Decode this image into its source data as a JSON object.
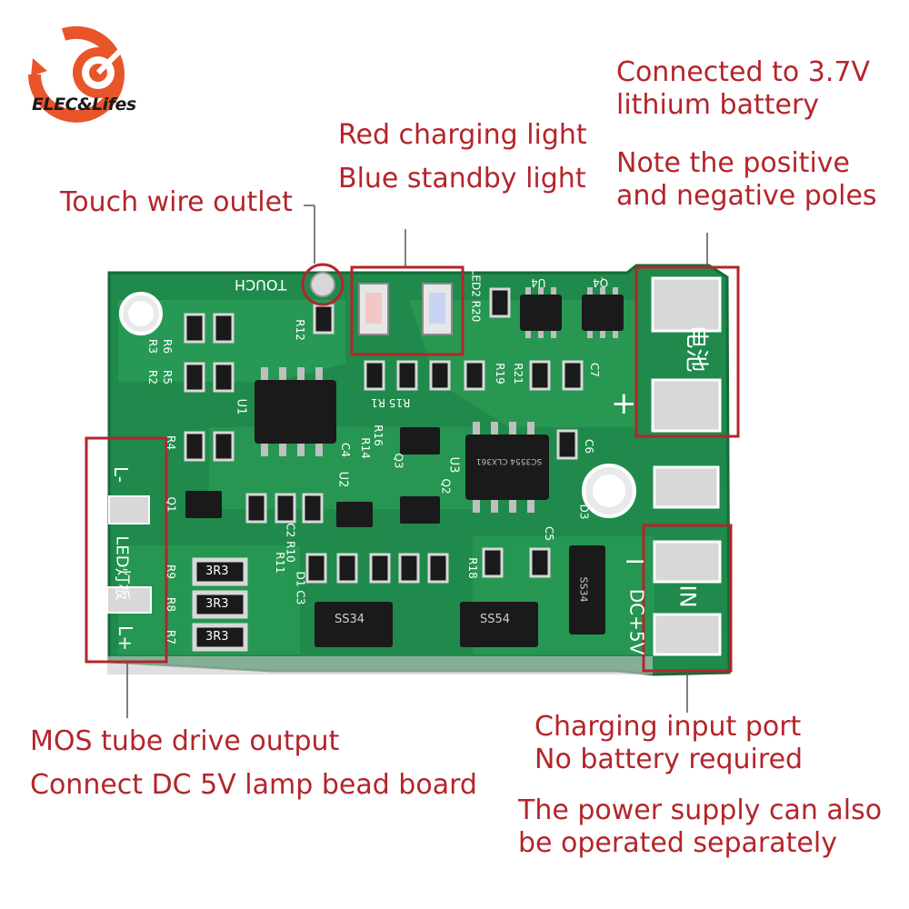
{
  "brand": {
    "name": "ELEC&Lifes",
    "colors": {
      "accent": "#e8552b",
      "text": "#1b1b1b"
    }
  },
  "callouts": {
    "battery_connection": "Connected to 3.7V",
    "battery_connection_2": "lithium battery",
    "polarity_note": "Note the positive",
    "polarity_note_2": "and negative poles",
    "charging_light": "Red charging light",
    "standby_light": "Blue standby light",
    "touch_wire": "Touch wire outlet",
    "mos_output": "MOS tube drive output",
    "lamp_board": "Connect DC 5V lamp bead board",
    "charging_input": "Charging input port",
    "no_battery": "No battery required",
    "power_separately": "The power supply can also",
    "power_separately_2": "be operated separately"
  },
  "board_silkscreen": {
    "touch": "TOUCH",
    "battery_chinese": "电池",
    "dc_in": "DC+5V",
    "in": "IN",
    "l_minus": "L-",
    "l_plus": "L+",
    "led_board": "LED灯板",
    "plus_symbol": "+",
    "minus_symbol": "−",
    "r12": "R12",
    "u1": "U1",
    "u2": "U2",
    "u3": "U3",
    "u4": "U4",
    "q4": "Q4",
    "q1": "Q1",
    "q2": "Q2",
    "q3": "Q3",
    "d3": "D3",
    "c4": "C4",
    "c5": "C5",
    "c6": "C6",
    "c7": "C7",
    "r3": "R3",
    "r4": "R4",
    "r6": "R6",
    "r2": "R2",
    "r5": "R5",
    "r9": "R9",
    "r8": "R8",
    "r7": "R7",
    "r19": "R19",
    "r21": "R21",
    "r18": "R18",
    "r20": "LED2 R20",
    "r11": "R11",
    "r15": "R15 R1",
    "r16": "R16",
    "r14": "R14",
    "c2": "C2 R10",
    "d1": "D1 C3",
    "resistor_3r3": "3R3",
    "diode_ss34": "SS34",
    "diode_ss54": "SS54",
    "ic_marking": "SC3554 CLX361"
  },
  "highlight_color": "#b4252b",
  "pcb_color": "#1f8a4b"
}
